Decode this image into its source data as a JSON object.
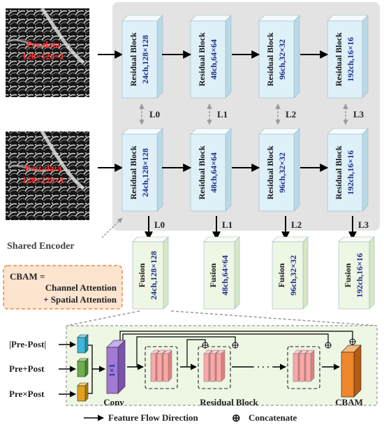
{
  "inputs": {
    "pre": {
      "line1": "Pre-data",
      "line2": "128×128×1"
    },
    "post": {
      "line1": "Post-data",
      "line2": "128×128×1"
    }
  },
  "encoder": {
    "shared_label": "Shared Encoder",
    "block_title": "Residual Block",
    "blocks": [
      {
        "dims": "24ch,128×128"
      },
      {
        "dims": "48ch,64×64"
      },
      {
        "dims": "96ch,32×32"
      },
      {
        "dims": "192ch,16×16"
      }
    ],
    "level_labels": [
      "L0",
      "L1",
      "L2",
      "L3"
    ]
  },
  "fusion": {
    "title": "Fusion",
    "blocks": [
      {
        "dims": "24ch,128×128"
      },
      {
        "dims": "48ch,64×64"
      },
      {
        "dims": "96ch,32×32"
      },
      {
        "dims": "192ch,16×16"
      }
    ]
  },
  "cbam_note": {
    "line1": "CBAM =",
    "line2": "Channel Attention",
    "line3": "+ Spatial Attention"
  },
  "detail": {
    "inputs": [
      "|Pre-Post|",
      "Pre+Post",
      "Pre×Post"
    ],
    "conv_kernel": "1×1",
    "conv_label": "Conv",
    "residual_label": "Residual Block",
    "ellipsis": "· · · · ·",
    "cbam_label": "CBAM"
  },
  "legend": {
    "flow": "Feature Flow Direction",
    "concat_symbol": "⊕",
    "concat": "Concatenate"
  },
  "colors": {
    "encoder_bg": "#e3e3e3",
    "block_front": "#def0f8",
    "fusion_front": "#eef6e4",
    "detail_bg": "#eef6e4",
    "cbam_note_bg": "#fce4cf",
    "cbam_note_border": "#ee8844",
    "dims_text": "#1a2d8c",
    "red_text": "#ff2a2a",
    "conv_purple": "#a27ad6",
    "pink": "#f9a7a7",
    "orange": "#f0862a",
    "cyan": "#3fb7d8",
    "green": "#6ab04c",
    "yellow": "#e0a21a"
  }
}
